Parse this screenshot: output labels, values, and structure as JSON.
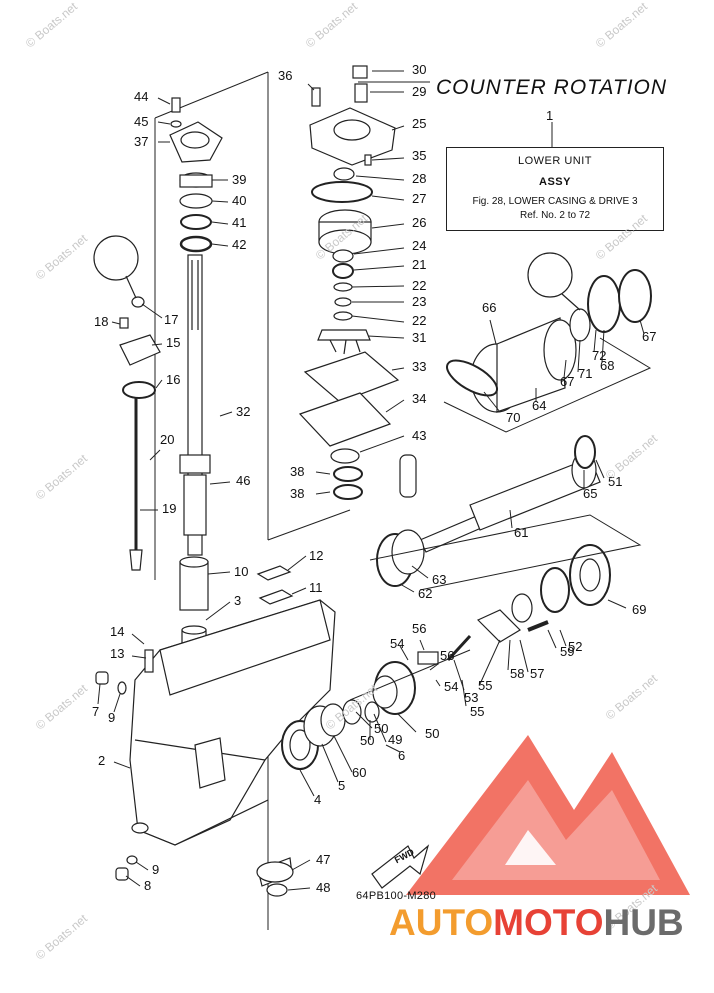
{
  "title": "COUNTER ROTATION",
  "ref_number": "1",
  "ref_box": {
    "line1": "LOWER UNIT",
    "line2": "ASSY",
    "line3": "Fig. 28, LOWER CASING & DRIVE 3",
    "line4": "Ref. No. 2 to 72"
  },
  "drawing_code": "64PB100-M280",
  "fwd_label": "FWD",
  "watermark": "© Boats.net",
  "brand": {
    "part1": "AUTO",
    "part2": "MOTO",
    "part3": "HUB"
  },
  "colors": {
    "logo_outer": "#f05a4a",
    "logo_inner": "#f6a29a",
    "brand_orange": "#f39c2e",
    "brand_red": "#e74236",
    "brand_gray": "#6b6b6b"
  },
  "callouts": [
    "30",
    "29",
    "36",
    "25",
    "35",
    "28",
    "27",
    "26",
    "24",
    "21",
    "22",
    "23",
    "22",
    "31",
    "33",
    "34",
    "43",
    "38",
    "38",
    "44",
    "45",
    "37",
    "39",
    "40",
    "41",
    "42",
    "17",
    "18",
    "15",
    "16",
    "32",
    "20",
    "46",
    "19",
    "12",
    "10",
    "11",
    "3",
    "14",
    "13",
    "7",
    "9",
    "2",
    "9",
    "8",
    "47",
    "48",
    "56",
    "54",
    "56",
    "54",
    "53",
    "55",
    "55",
    "58",
    "57",
    "59",
    "52",
    "50",
    "50",
    "50",
    "49",
    "6",
    "4",
    "5",
    "60",
    "66",
    "67",
    "71",
    "72",
    "67",
    "68",
    "70",
    "64",
    "65",
    "51",
    "61",
    "63",
    "62",
    "69"
  ]
}
